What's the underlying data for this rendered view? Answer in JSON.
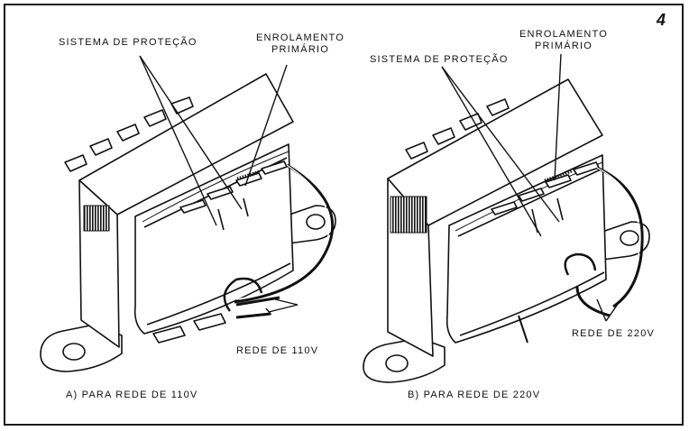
{
  "figure_number": "4",
  "panels": [
    {
      "protection_label": "SISTEMA DE PROTEÇÃO",
      "winding_label_line1": "ENROLAMENTO",
      "winding_label_line2": "PRIMÁRIO",
      "network_label": "REDE DE 110V",
      "caption": "A)  PARA REDE DE 110V"
    },
    {
      "protection_label": "SISTEMA DE PROTEÇÃO",
      "winding_label_line1": "ENROLAMENTO",
      "winding_label_line2": "PRIMÁRIO",
      "network_label": "REDE DE 220V",
      "caption": "B)  PARA REDE DE 220V"
    }
  ]
}
